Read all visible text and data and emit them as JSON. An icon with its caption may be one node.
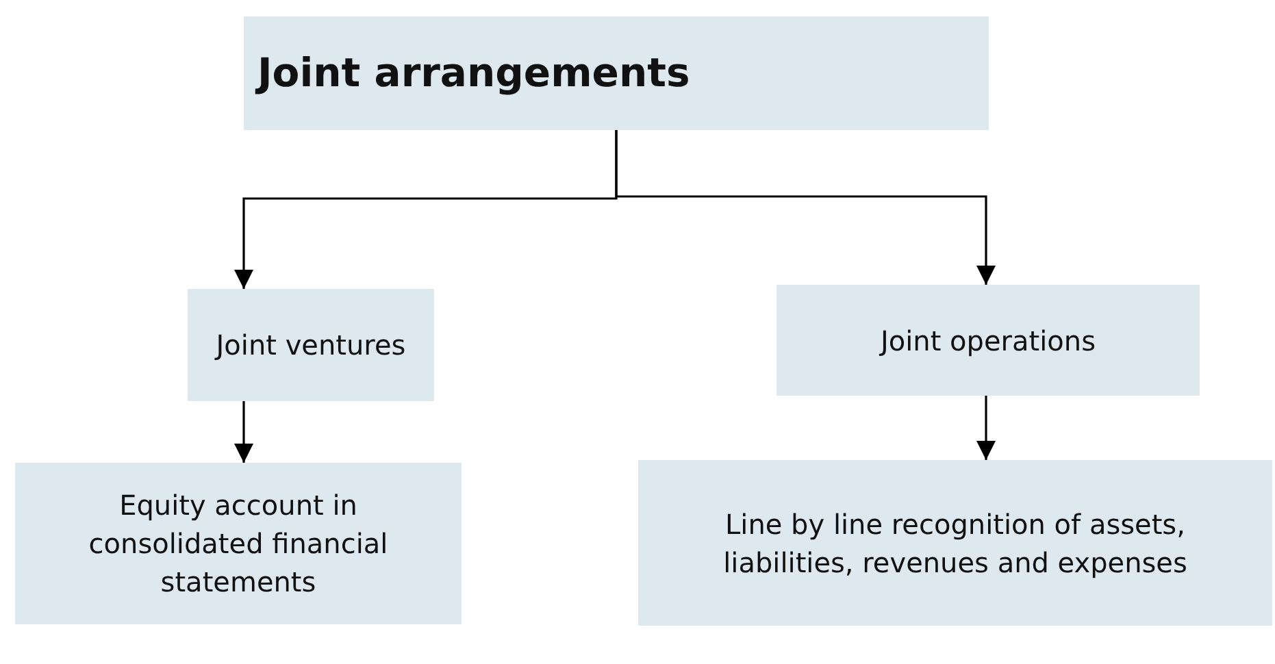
{
  "diagram": {
    "nodes": [
      {
        "text": [
          "Joint arrangements"
        ]
      },
      {
        "text": [
          "Joint ventures"
        ]
      },
      {
        "text": [
          "Joint operations"
        ]
      },
      {
        "text": [
          "Equity account in consolidated financial statements"
        ]
      },
      {
        "text": [
          "Line by line recognition of assets, liabilities, revenues and expenses"
        ]
      }
    ],
    "edges": [
      {
        "from": 0,
        "to": 1,
        "arrow": "to"
      },
      {
        "from": 0,
        "to": 2,
        "arrow": "to"
      },
      {
        "from": 1,
        "to": 3,
        "arrow": "to"
      },
      {
        "from": 2,
        "to": 4,
        "arrow": "to"
      }
    ]
  }
}
